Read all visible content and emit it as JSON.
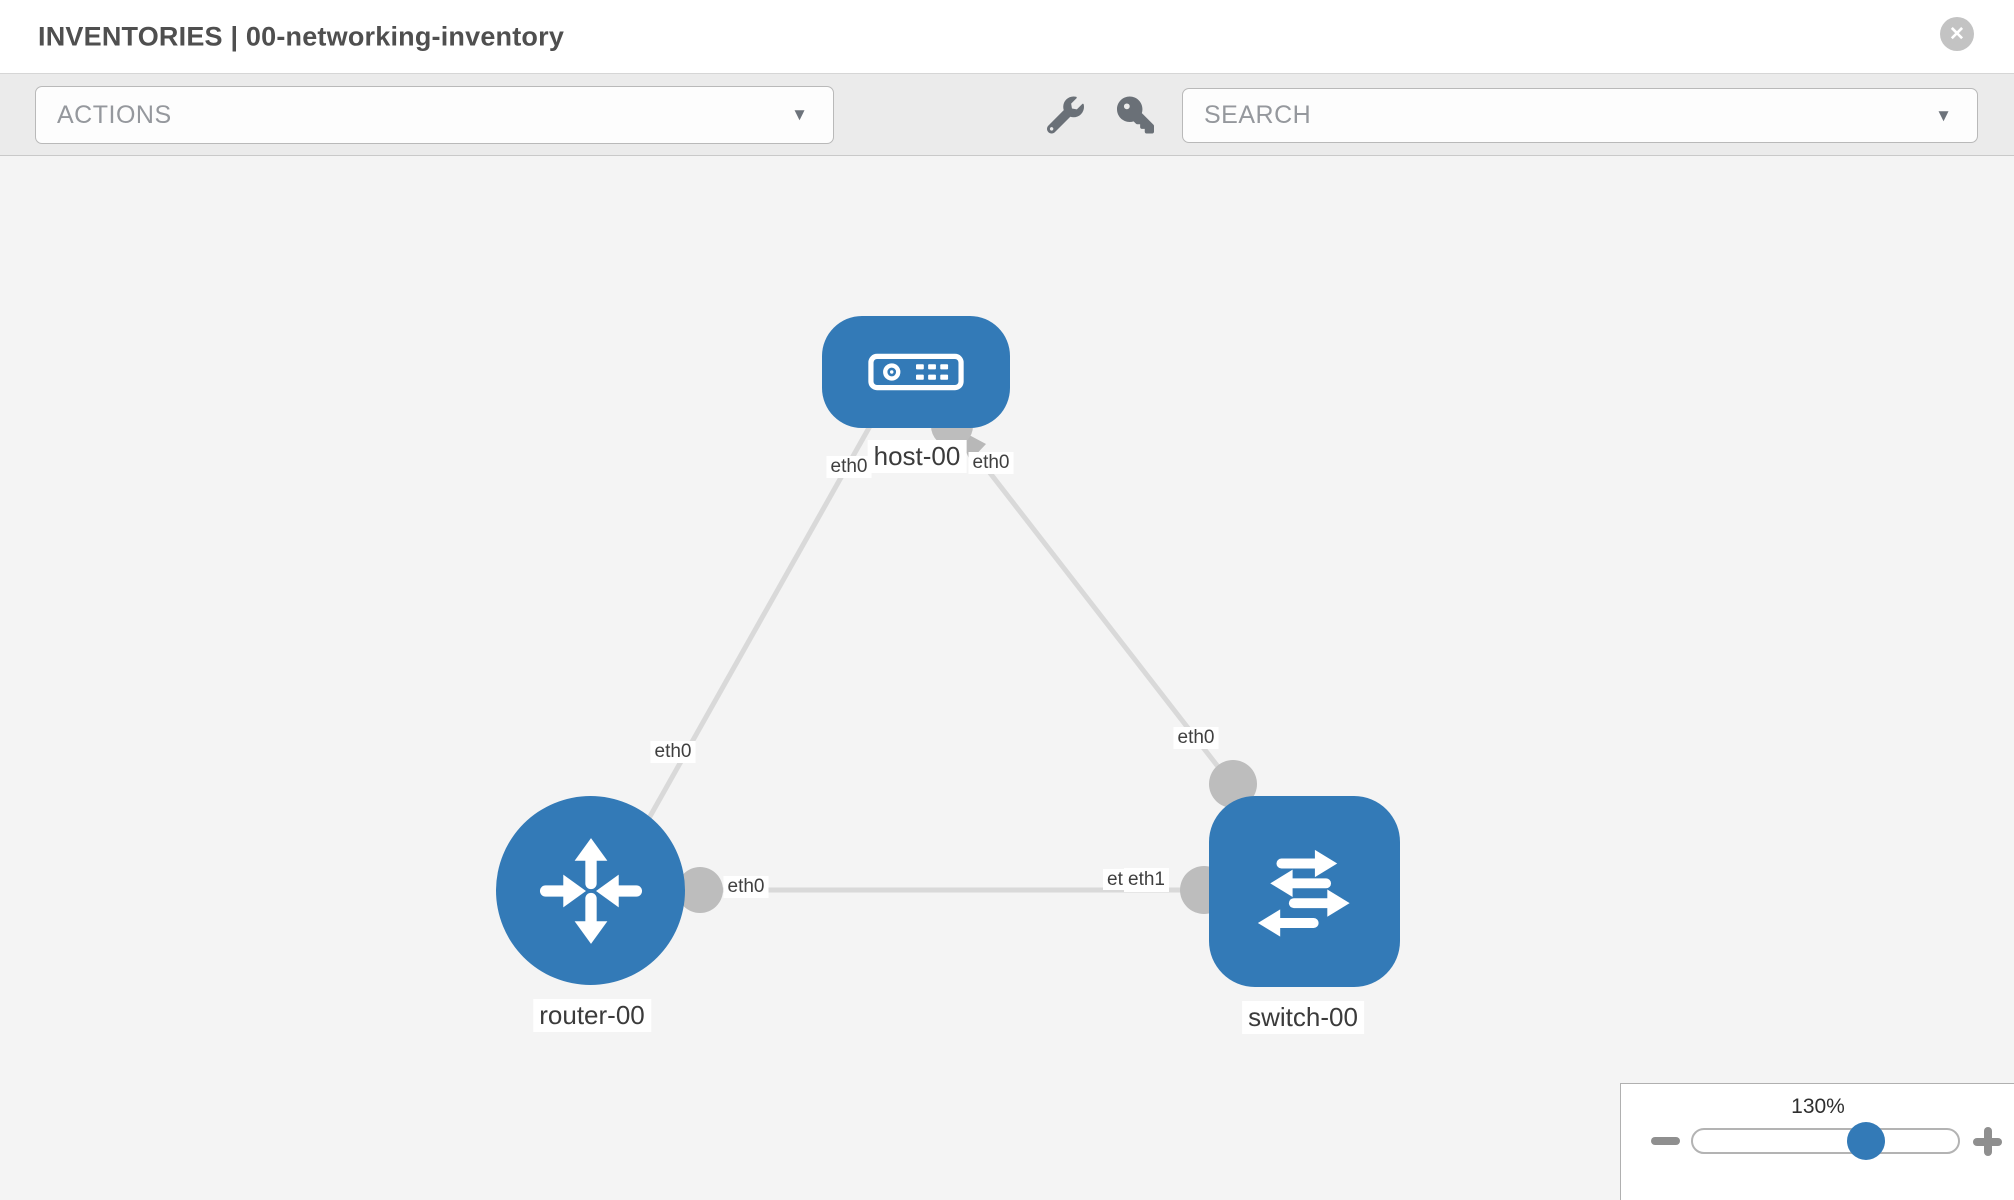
{
  "header": {
    "title": "INVENTORIES | 00-networking-inventory"
  },
  "icons": {
    "close_glyph": "✕",
    "caret_glyph": "▼"
  },
  "toolbar": {
    "actions_label": "ACTIONS",
    "search_placeholder": "SEARCH"
  },
  "topology": {
    "nodes": [
      {
        "label": "host-00",
        "type": "host"
      },
      {
        "label": "router-00",
        "type": "router"
      },
      {
        "label": "switch-00",
        "type": "switch"
      }
    ],
    "links": [
      {
        "from": "host-00",
        "to": "router-00",
        "from_if": "eth0",
        "to_if": "eth0"
      },
      {
        "from": "host-00",
        "to": "switch-00",
        "from_if": "eth0",
        "to_if": "eth0"
      },
      {
        "from": "router-00",
        "to": "switch-00",
        "from_if": "eth0",
        "to_if": "eth1",
        "to_if_overlapped": "eth0"
      }
    ]
  },
  "zoom_control": {
    "level": "130%"
  },
  "colors": {
    "node_blue": "#337ab7",
    "connector_gray": "#bdbdbd",
    "link_gray": "#d9d9d9",
    "canvas_bg": "#f4f4f4",
    "toolbar_bg": "#ebebeb"
  }
}
